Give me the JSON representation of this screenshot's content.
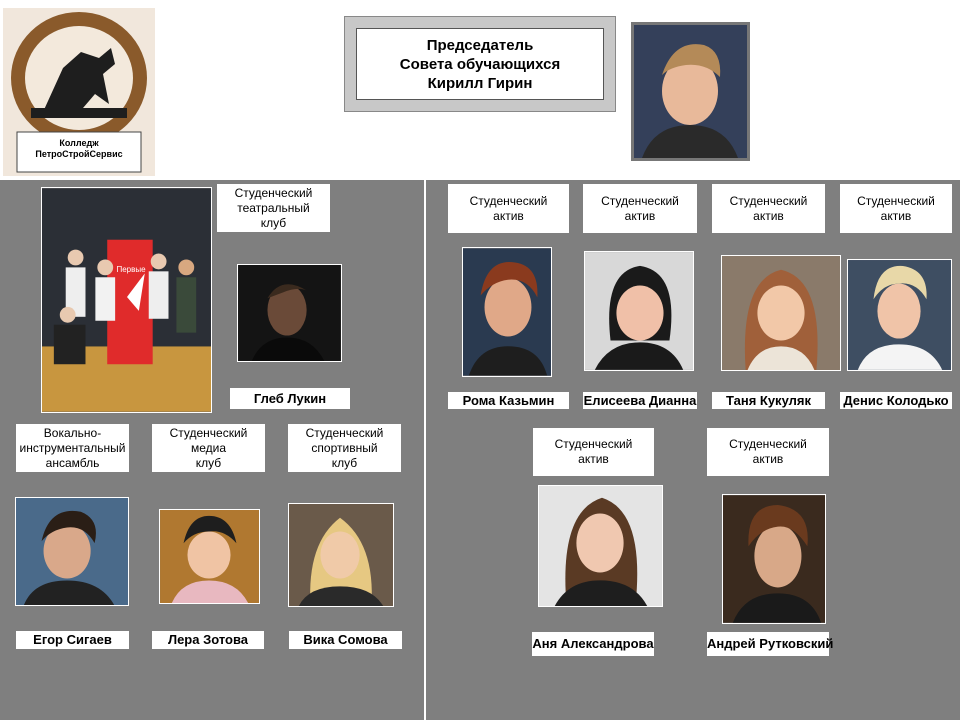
{
  "logo": {
    "text": "Колледж\nПетроСтройСервис",
    "icon": "bronze-horseman-icon"
  },
  "chairman": {
    "title": "Председатель\nСовета обучающихся\nКирилл Гирин"
  },
  "left": {
    "theater_label": "Студенческий\nтеатральный\nклуб",
    "theater_name": "Глеб Лукин",
    "vocal_label": "Вокально-\nинструментальный\nансамбль",
    "media_label": "Студенческий\nмедиа\nклуб",
    "sport_label": "Студенческий\nспортивный\nклуб",
    "vocal_name": "Егор Сигаев",
    "media_name": "Лера Зотова",
    "sport_name": "Вика Сомова",
    "group_banner": "Первые"
  },
  "right": {
    "actives": [
      {
        "label": "Студенческий\nактив",
        "name": "Рома Казьмин"
      },
      {
        "label": "Студенческий\nактив",
        "name": "Елисеева Дианна"
      },
      {
        "label": "Студенческий\nактив",
        "name": "Таня Кукуляк"
      },
      {
        "label": "Студенческий\nактив",
        "name": "Денис Колодько"
      },
      {
        "label": "Студенческий\nактив",
        "name": "Аня Александрова"
      },
      {
        "label": "Студенческий\nактив",
        "name": "Андрей Рутковский"
      }
    ]
  },
  "colors": {
    "panel": "#7f7f7f",
    "logo_brown": "#7a4a1e",
    "banner_red": "#e02b2b"
  }
}
